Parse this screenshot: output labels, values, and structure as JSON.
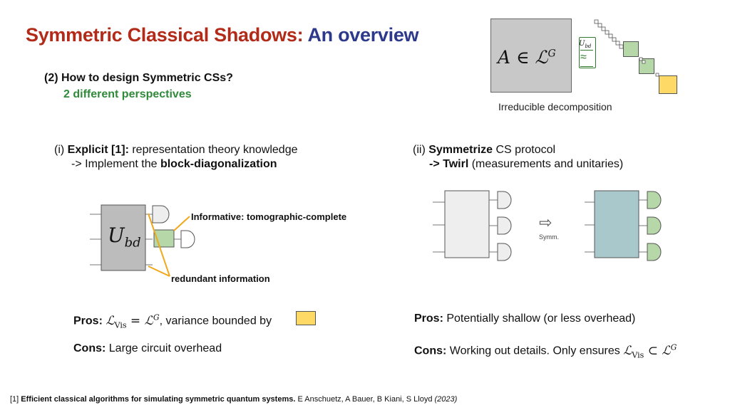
{
  "title": {
    "part1": "Symmetric Classical Shadows:",
    "part2": "An overview"
  },
  "question": {
    "line1": "(2) How to design Symmetric CSs?",
    "line2": "2 different perspectives"
  },
  "top_figure": {
    "block_label_main": "A ∈ ℒ",
    "block_label_sup": "G",
    "small_label": "U",
    "small_label_sub": "bd",
    "caption": "Irreducible decomposition",
    "colors": {
      "gray": "#c8c8c8",
      "green": "#b6d7a8",
      "yellow": "#ffd966"
    }
  },
  "left": {
    "heading": {
      "prefix": "(i) ",
      "bold": "Explicit [1]:",
      "rest": " representation theory knowledge"
    },
    "subheading": {
      "prefix": "-> Implement the ",
      "bold": "block-diagonalization"
    },
    "circuit_label_main": "U",
    "circuit_label_sub": "bd",
    "annotation_top": "Informative: tomographic-complete",
    "annotation_bottom": "redundant information",
    "pros": {
      "label": "Pros:",
      "math_lhs": "ℒ",
      "math_lhs_sub": "Vis",
      "math_rel": " = ℒ",
      "math_rhs_sup": "G",
      "rest": ", variance bounded by"
    },
    "cons": {
      "label": "Cons:",
      "rest": "Large circuit overhead"
    },
    "colors": {
      "gray_block": "#bcbcbc",
      "green_block": "#b6d7a8",
      "yellow_box": "#ffd966",
      "arrow": "#f0a81c"
    }
  },
  "right": {
    "heading": {
      "prefix": "(ii) ",
      "bold": "Symmetrize",
      "rest": " CS protocol"
    },
    "subheading": {
      "bold": "-> Twirl",
      "rest": " (measurements and unitaries)"
    },
    "arrow_glyph": "⇨",
    "arrow_label": "Symm.",
    "pros": {
      "label": "Pros:",
      "rest": "Potentially shallow (or less overhead)"
    },
    "cons": {
      "label": "Cons:",
      "rest": "Working out details. Only ensures ",
      "math_lhs": "ℒ",
      "math_lhs_sub": "Vis",
      "math_rel": " ⊂ ℒ",
      "math_rhs_sup": "G"
    },
    "colors": {
      "plain_block": "#eeeeee",
      "teal_block": "#a9c8cc",
      "green_meter": "#b6d7a8"
    }
  },
  "footer": {
    "ref": "[1]",
    "bold": "Efficient classical algorithms for simulating symmetric quantum systems.",
    "authors": " E Anschuetz, A Bauer, B Kiani, S Lloyd ",
    "year": "(2023)"
  }
}
